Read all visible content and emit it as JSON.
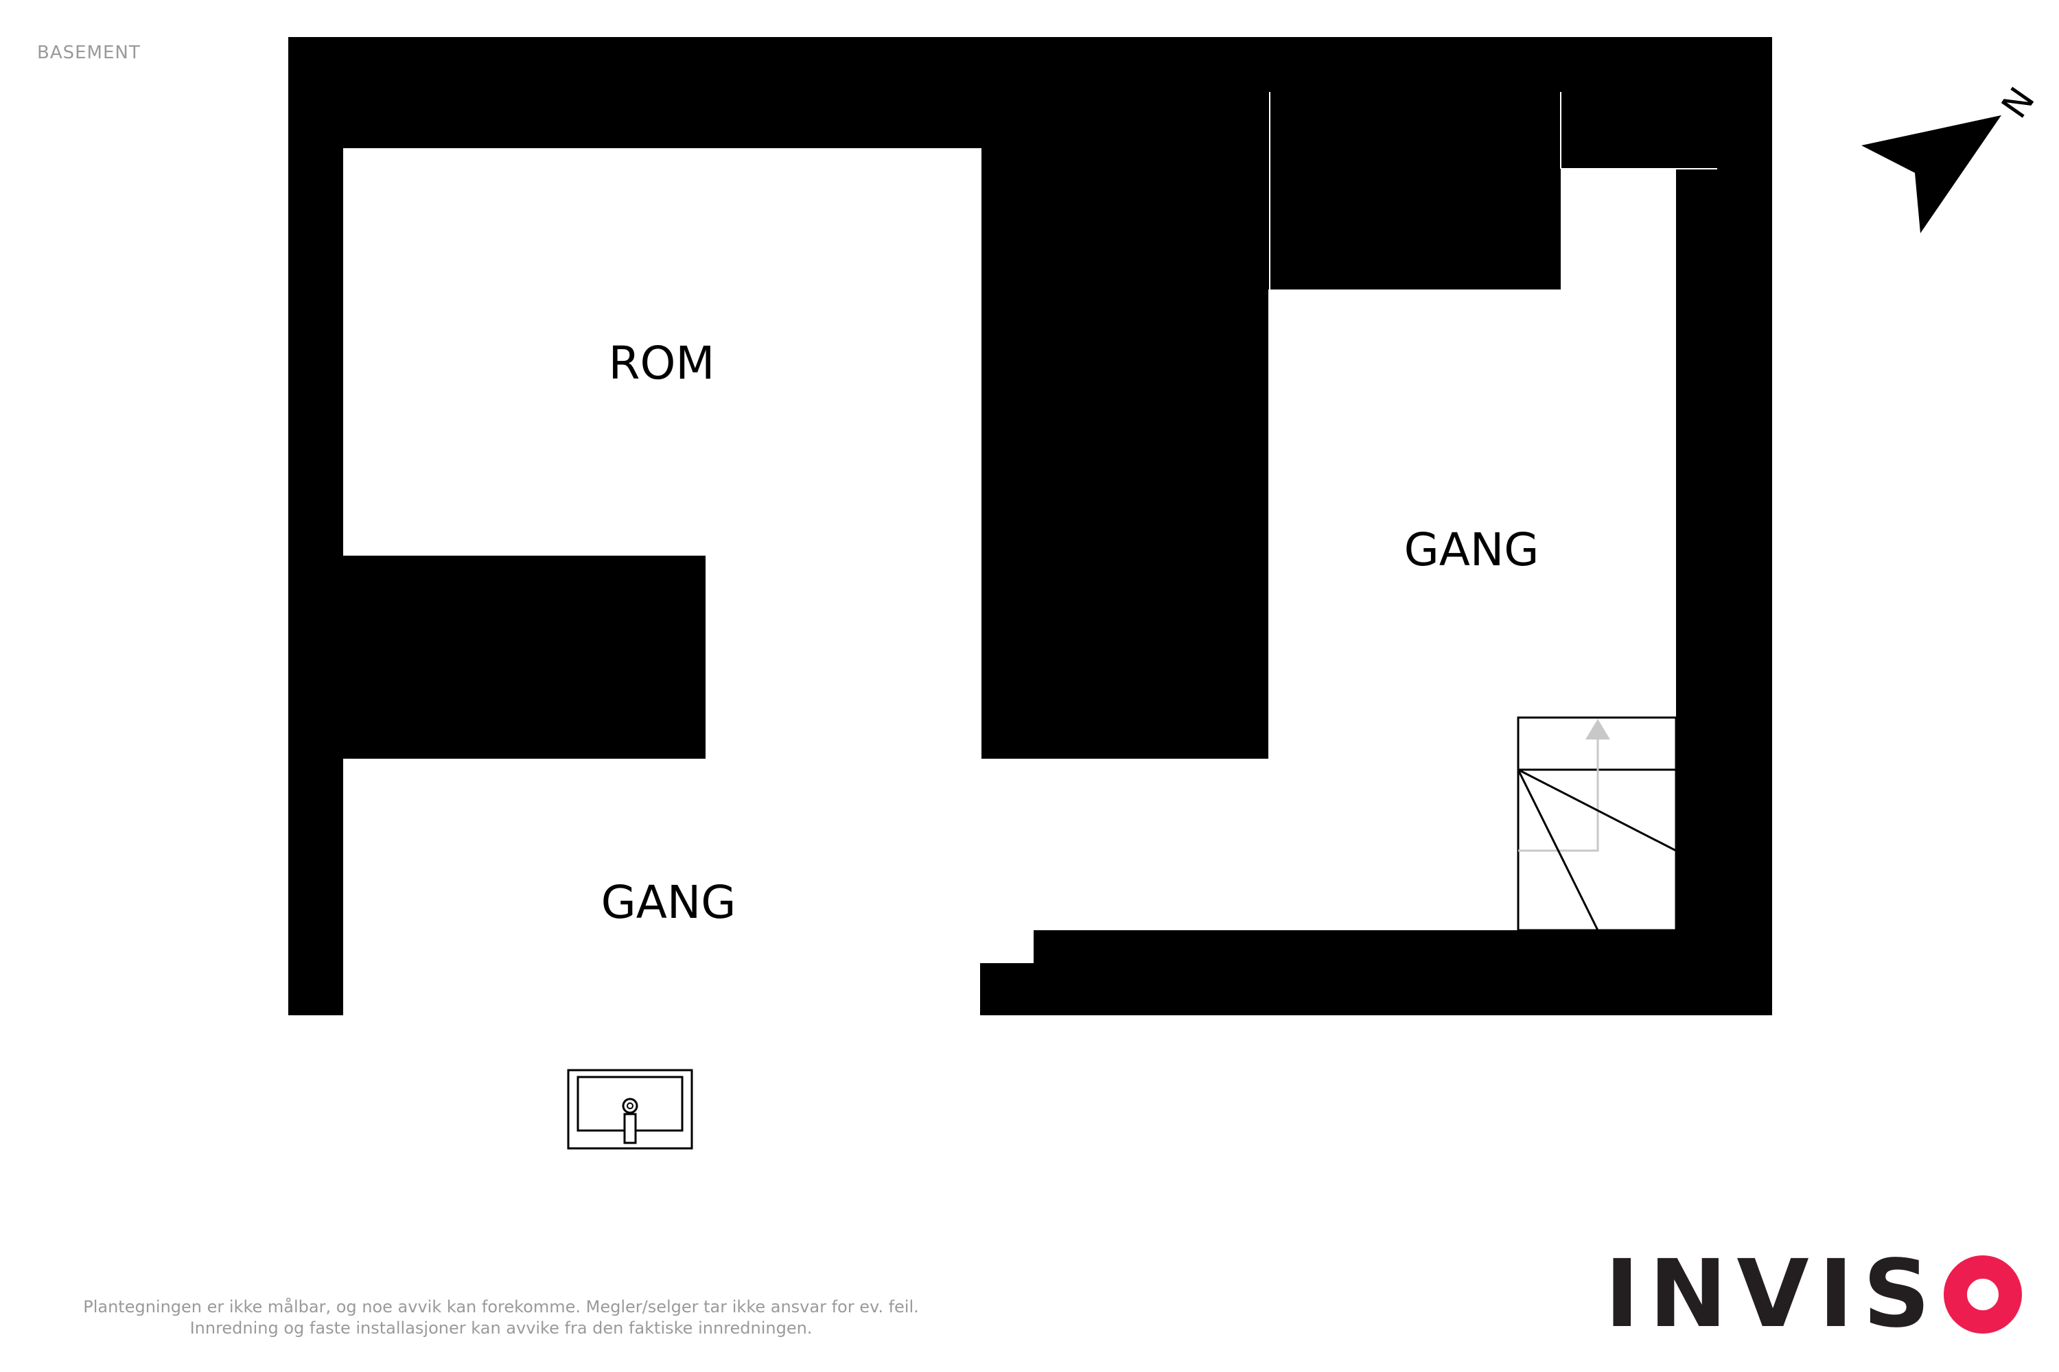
{
  "floor": {
    "label": "BASEMENT"
  },
  "rooms": {
    "rom": "ROM",
    "gang_left": "GANG",
    "gang_right": "GANG"
  },
  "compass": {
    "letter": "N"
  },
  "disclaimer": {
    "line1": "Plantegningen er ikke målbar, og noe avvik kan forekomme. Megler/selger tar ikke ansvar for ev. feil.",
    "line2": "Innredning og faste installasjoner kan avvike fra den faktiske innredningen."
  },
  "logo": {
    "text": "INVIS",
    "accent_color": "#ee1d4f",
    "text_color": "#231f20"
  }
}
